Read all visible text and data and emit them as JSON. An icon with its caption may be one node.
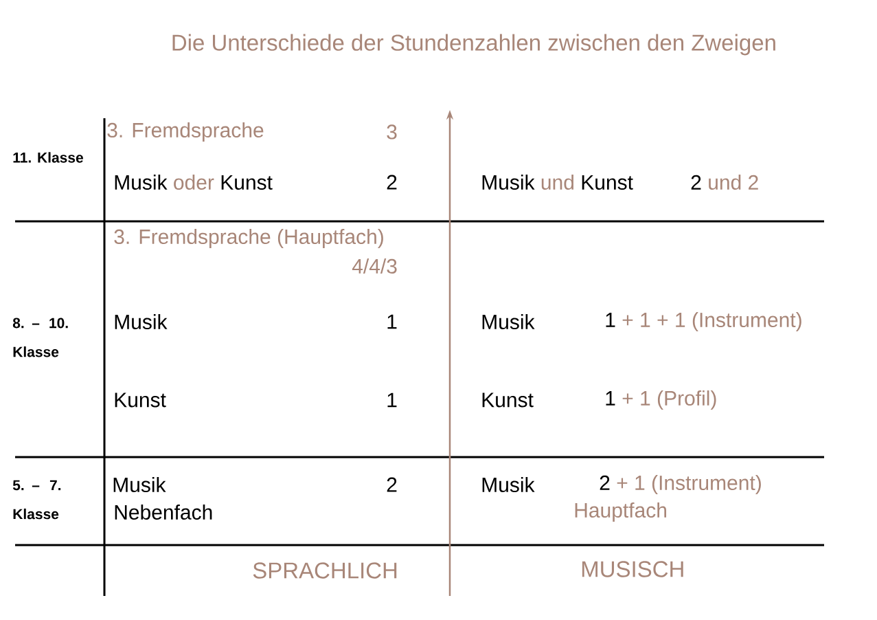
{
  "diagram": {
    "title": "Die Unterschiede der Stundenzahlen zwischen den Zweigen",
    "labels": [
      "3. Fremdsprache",
      "3",
      "11. Klasse",
      "Musik",
      "oder",
      "Kunst",
      "2",
      "Musik",
      "und",
      "Kunst",
      "2",
      "und 2",
      "3. Fremdsprache (Hauptfach)",
      "4/4/3",
      "8. – 10. Klasse",
      "Musik",
      "1",
      "Musik",
      "1",
      "+ 1 + 1 (Instrument)",
      "Kunst",
      "1",
      "Kunst",
      "1",
      "+ 1 (Profil)",
      "5. – 7. Klasse",
      "Musik",
      "2",
      "Musik",
      "2",
      "+ 1 (Instrument)",
      "Nebenfach",
      "Hauptfach",
      "SPRACHLICH",
      "MUSISCH"
    ]
  }
}
